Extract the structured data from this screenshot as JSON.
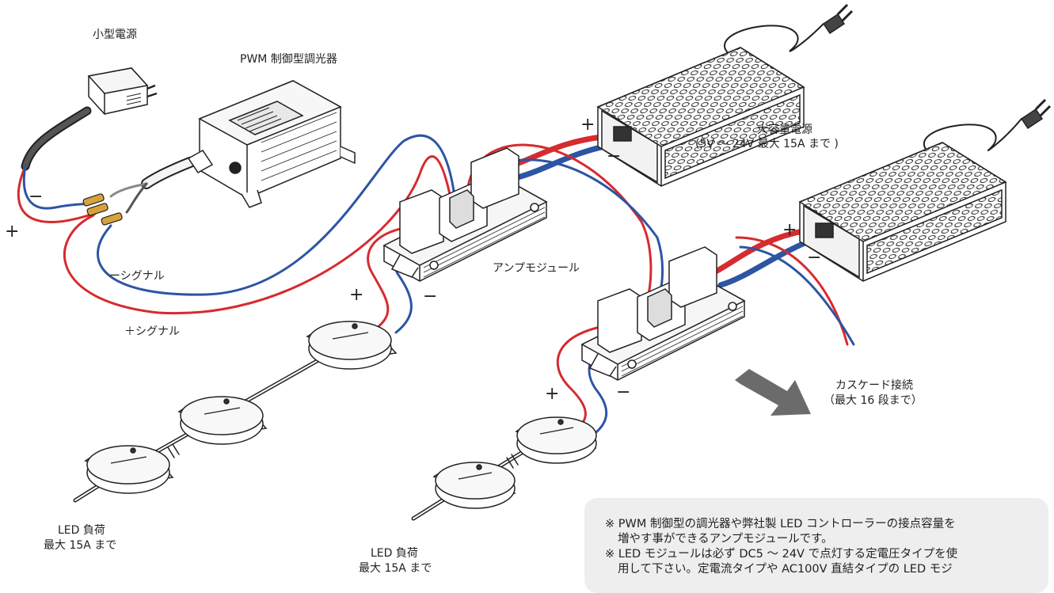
{
  "labels": {
    "small_psu": "小型電源",
    "pwm_dimmer": "PWM 制御型調光器",
    "big_psu_title": "大容量電源",
    "big_psu_spec": "(5V ～ 24V  最大 15A まで )",
    "amp_module": "アンプモジュール",
    "minus_signal": "ーシグナル",
    "plus_signal": "＋シグナル",
    "cascade_title": "カスケード接続",
    "cascade_spec": "（最大 16 段まで）",
    "led_load_1_title": "LED 負荷",
    "led_load_1_spec": "最大 15A まで",
    "led_load_2_title": "LED 負荷",
    "led_load_2_spec": "最大 15A まで"
  },
  "signs": {
    "plus": "+",
    "minus": "−"
  },
  "notes": [
    "※ PWM 制御型の調光器や弊社製 LED コントローラーの接点容量を",
    "増やす事ができるアンプモジュールです。",
    "※ LED モジュールは必ず DC5 ～ 24V で点灯する定電圧タイプを使",
    "用して下さい。定電流タイプや AC100V 直結タイプの LED モジ"
  ],
  "colors": {
    "positive_wire": "#d62b2f",
    "negative_wire": "#2c55a3",
    "outline": "#222222",
    "arrow": "#6b6b6b",
    "note_bg": "#eeeeee"
  }
}
